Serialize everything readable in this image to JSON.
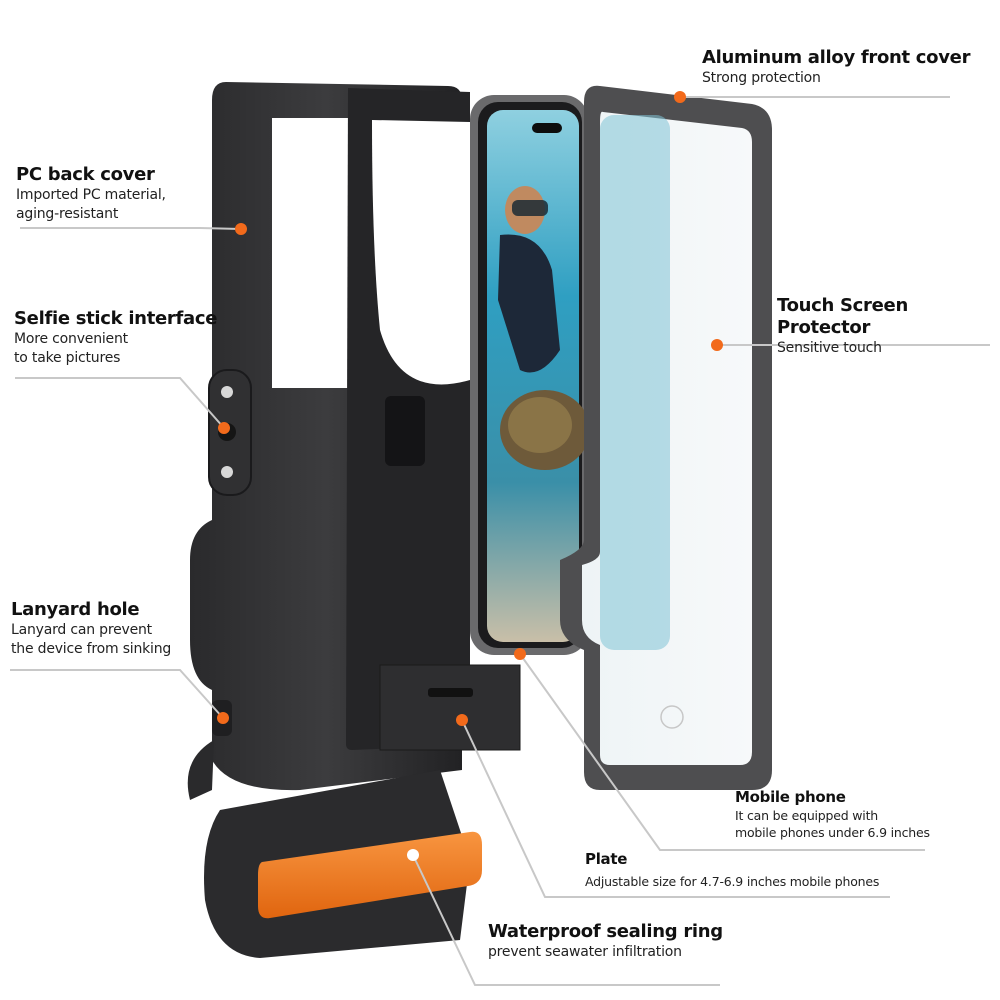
{
  "colors": {
    "accent": "#F26A1B",
    "leader_line": "#C8C8C8",
    "case_dark": "#2C2C2E",
    "case_mid": "#3A3A3C",
    "frame_gray": "#5A5A5C",
    "water": "#3FA9C8",
    "seal_orange": "#F07A20"
  },
  "callouts": [
    {
      "id": "aluminum-front-cover",
      "title": "Aluminum alloy  front cover",
      "desc": [
        "Strong protection"
      ]
    },
    {
      "id": "pc-back-cover",
      "title": "PC back cover",
      "desc": [
        "Imported PC material,",
        "aging-resistant"
      ]
    },
    {
      "id": "selfie-stick-interface",
      "title": "Selfie stick interface",
      "desc": [
        "More convenient",
        "to take pictures"
      ]
    },
    {
      "id": "touch-screen-protector",
      "title": "Touch Screen Protector",
      "desc": [
        "Sensitive touch"
      ]
    },
    {
      "id": "lanyard-hole",
      "title": "Lanyard hole",
      "desc": [
        "Lanyard can prevent",
        "the device from sinking"
      ]
    },
    {
      "id": "mobile-phone",
      "title": "Mobile phone",
      "desc": [
        "It can be equipped with",
        "mobile phones under 6.9 inches"
      ]
    },
    {
      "id": "plate",
      "title": "Plate",
      "desc": [
        "Adjustable size for 4.7-6.9 inches mobile phones"
      ]
    },
    {
      "id": "waterproof-sealing-ring",
      "title": "Waterproof sealing ring",
      "desc": [
        "prevent seawater infiltration"
      ]
    }
  ]
}
